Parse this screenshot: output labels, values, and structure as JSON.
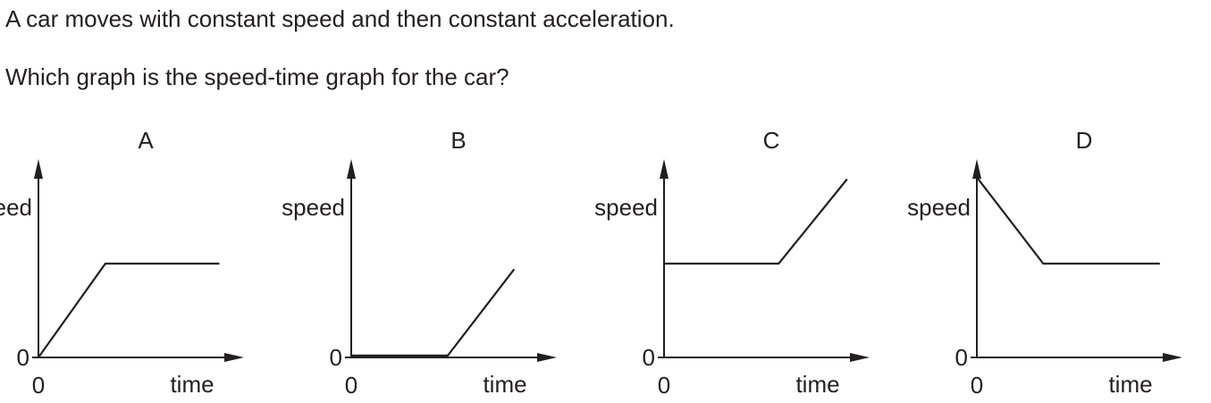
{
  "question": {
    "line1": "A car moves with constant speed and then constant acceleration.",
    "line2": "Which graph is the speed-time graph for the car?"
  },
  "colors": {
    "ink": "#231f20",
    "background": "#ffffff"
  },
  "chart_data": [
    {
      "type": "line",
      "option_label": "A",
      "ylabel": "speed",
      "xlabel": "time",
      "x_origin_label": "0",
      "y_origin_label": "0",
      "series": [
        {
          "x": [
            0,
            0.333,
            0.9
          ],
          "y": [
            0,
            0.5,
            0.5
          ]
        }
      ]
    },
    {
      "type": "line",
      "option_label": "B",
      "ylabel": "speed",
      "xlabel": "time",
      "x_origin_label": "0",
      "y_origin_label": "0",
      "series": [
        {
          "x": [
            0,
            0.48,
            0.81
          ],
          "y": [
            0.01,
            0.01,
            0.47
          ]
        }
      ]
    },
    {
      "type": "line",
      "option_label": "C",
      "ylabel": "speed",
      "xlabel": "time",
      "x_origin_label": "0",
      "y_origin_label": "0",
      "series": [
        {
          "x": [
            0,
            0.57,
            0.91
          ],
          "y": [
            0.5,
            0.5,
            0.95
          ]
        }
      ]
    },
    {
      "type": "line",
      "option_label": "D",
      "ylabel": "speed",
      "xlabel": "time",
      "x_origin_label": "0",
      "y_origin_label": "0",
      "series": [
        {
          "x": [
            0,
            0.33,
            0.91
          ],
          "y": [
            0.96,
            0.5,
            0.5
          ]
        }
      ]
    }
  ]
}
